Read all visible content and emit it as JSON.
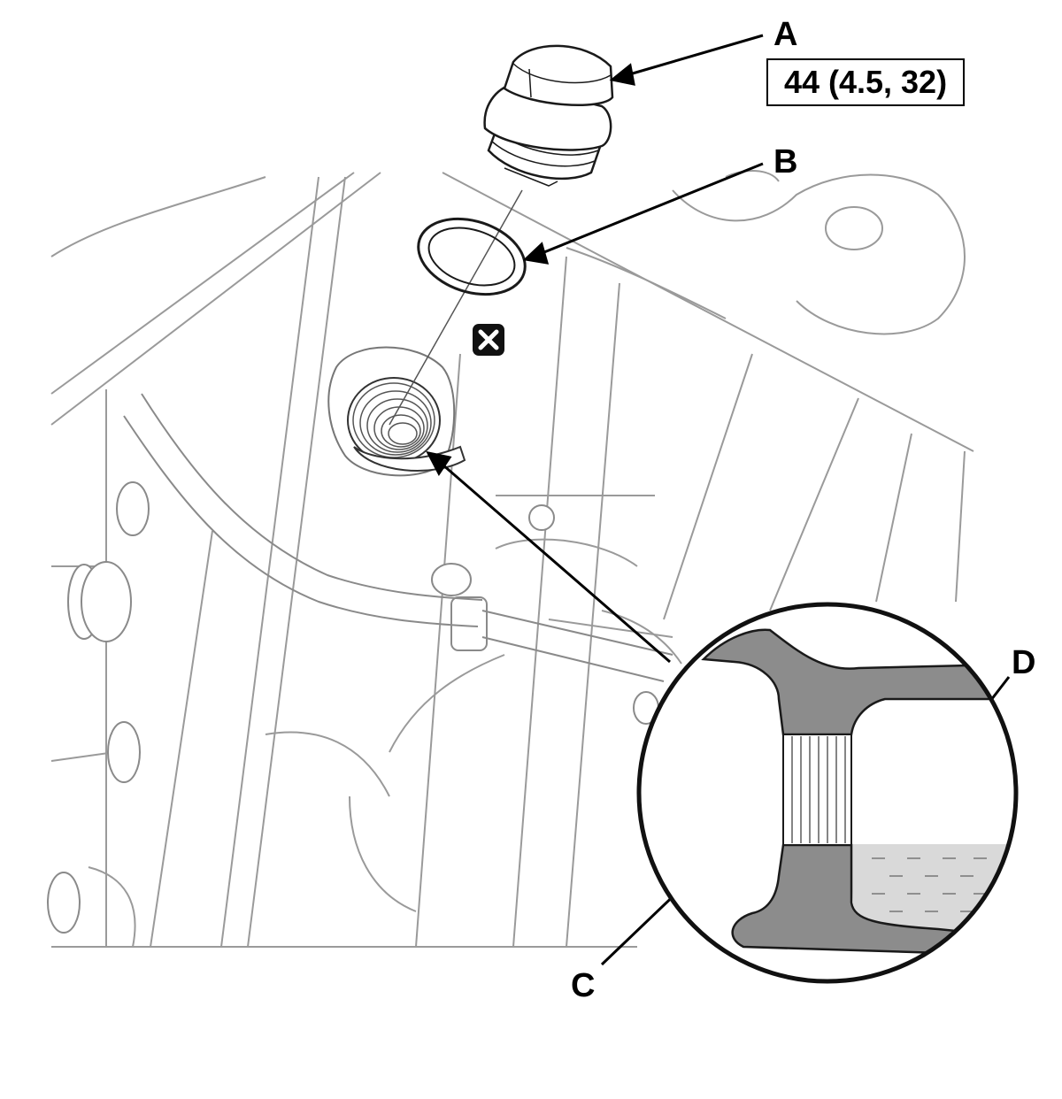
{
  "callouts": {
    "a": "A",
    "b": "B",
    "c": "C",
    "d": "D"
  },
  "torque_spec": "44 (4.5, 32)",
  "icons": {
    "replace_part": "replace-part-icon"
  },
  "colors": {
    "line": "#1a1a1a",
    "light_line": "#9a9a9a",
    "fill_gray": "#8c8c8c",
    "fluid": "#d9d9d9"
  }
}
